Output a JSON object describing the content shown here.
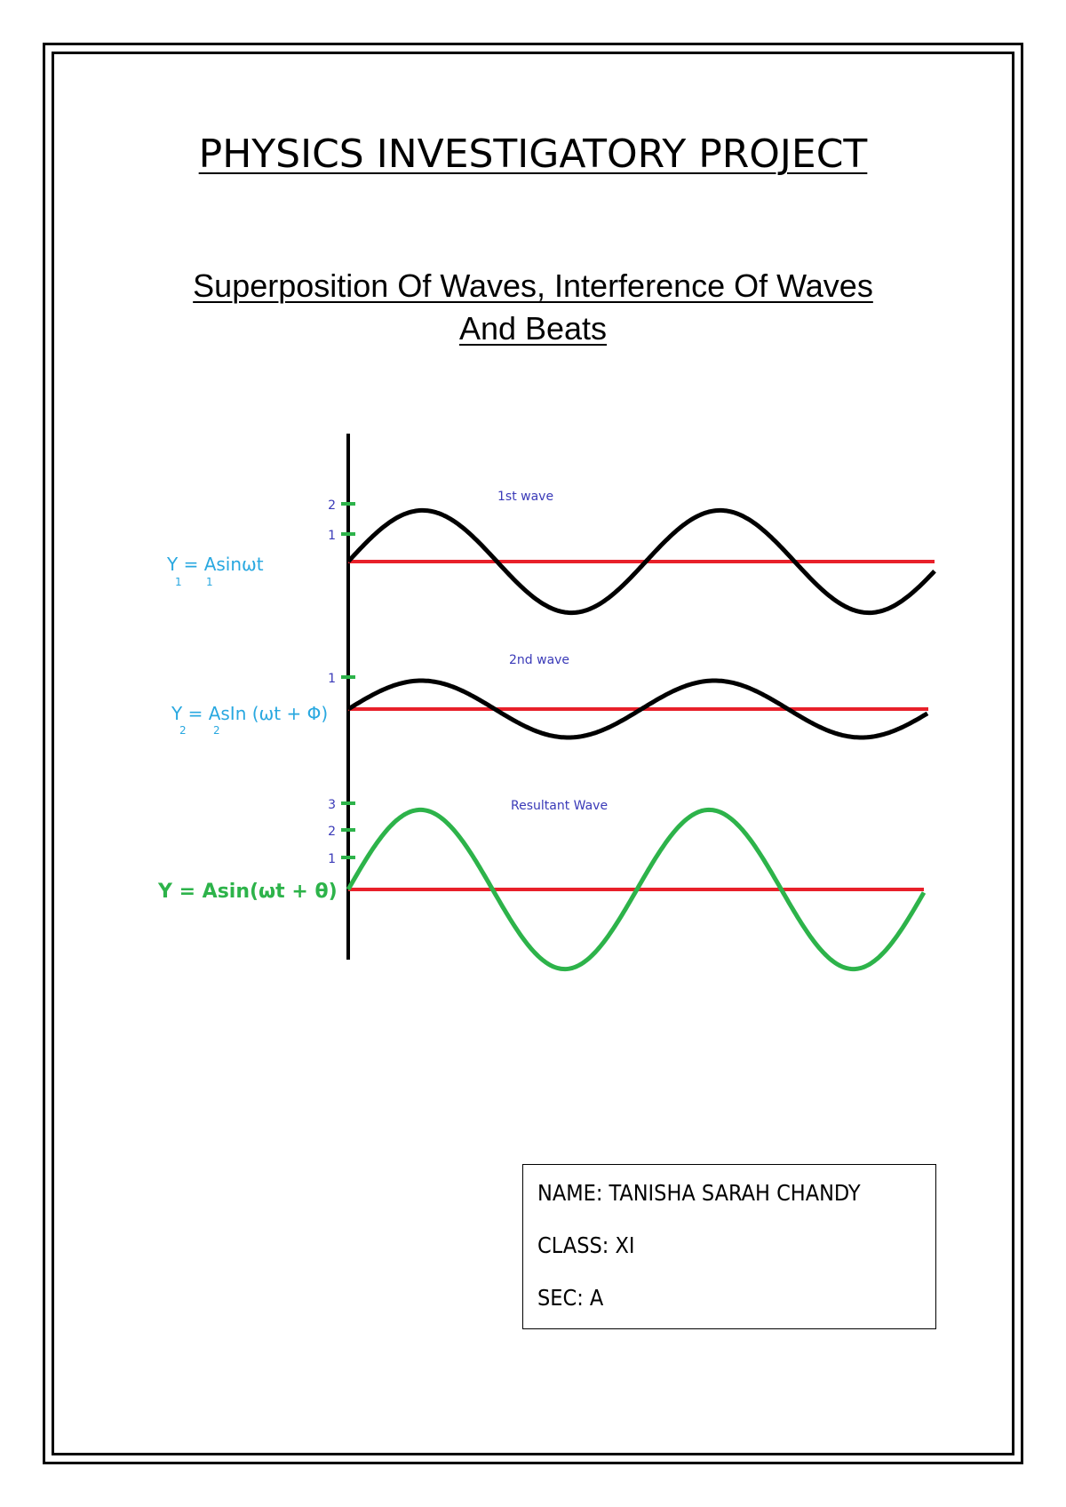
{
  "title": "PHYSICS INVESTIGATORY PROJECT",
  "subtitle_line1": "Superposition Of Waves, Interference Of Waves",
  "subtitle_line2": "And Beats",
  "colors": {
    "axis": "#000000",
    "baseline": "#e8202a",
    "wave": "#000000",
    "resultant": "#2db34a",
    "tick": "#2db34a",
    "formula_blue": "#29a8e0",
    "label_blue": "#3a3ab8"
  },
  "waves": [
    {
      "label": "1st wave",
      "formula": "Y = Asinωt",
      "formula_sub1": "1",
      "formula_sub2": "1",
      "ticks": [
        "2",
        "1"
      ],
      "amplitude": 1.8
    },
    {
      "label": "2nd wave",
      "formula": "Y = AsIn (ωt + Φ)",
      "formula_sub1": "2",
      "formula_sub2": "2",
      "ticks": [
        "1"
      ],
      "amplitude": 1.0
    },
    {
      "label": "Resultant Wave",
      "formula": "Y = Asin(ωt + θ)",
      "ticks": [
        "3",
        "2",
        "1"
      ],
      "amplitude": 2.8
    }
  ],
  "info": {
    "name": "NAME: TANISHA SARAH CHANDY",
    "class": "CLASS: XI",
    "sec": "SEC: A"
  }
}
